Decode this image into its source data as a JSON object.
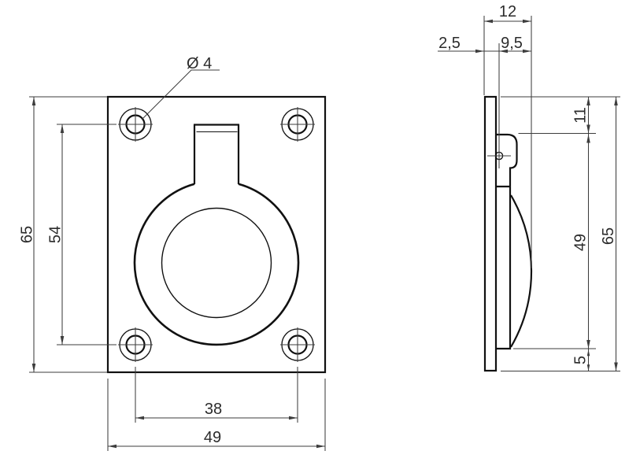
{
  "drawing": {
    "type": "technical-drawing-two-views",
    "views": {
      "front": {
        "labels": {
          "hole_diameter": "Ø 4",
          "overall_height": "65",
          "hole_pitch_vertical": "54",
          "hole_pitch_horizontal": "38",
          "overall_width": "49"
        }
      },
      "side": {
        "labels": {
          "overall_depth": "12",
          "flange_thickness": "2,5",
          "recess_depth": "9,5",
          "top_to_recess": "11",
          "recess_height": "49",
          "bottom_margin": "5",
          "overall_height": "65"
        }
      }
    },
    "colors": {
      "background": "#ffffff",
      "outline": "#111111",
      "dimension": "#3d3d3d",
      "text": "#2b2b2b"
    }
  }
}
